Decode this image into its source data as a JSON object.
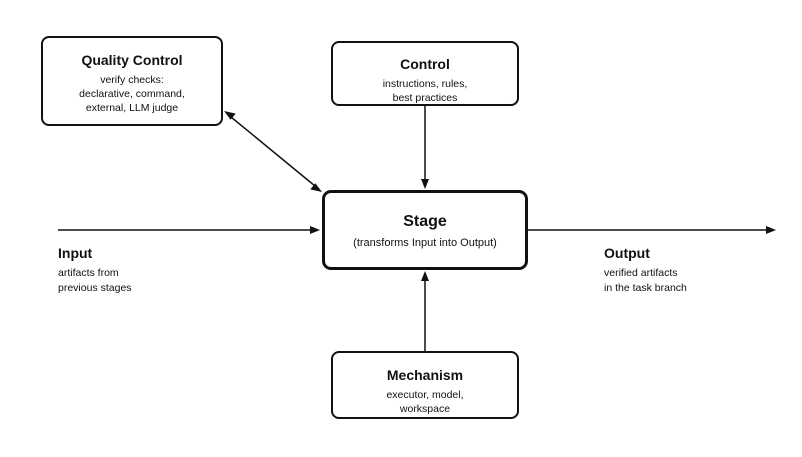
{
  "quality_control": {
    "title": "Quality Control",
    "desc": "verify checks:\ndeclarative, command,\nexternal, LLM judge"
  },
  "control": {
    "title": "Control",
    "desc": "instructions, rules,\nbest practices"
  },
  "stage": {
    "title": "Stage",
    "desc": "(transforms Input into Output)"
  },
  "mechanism": {
    "title": "Mechanism",
    "desc": "executor, model,\nworkspace"
  },
  "input": {
    "title": "Input",
    "desc": "artifacts from\nprevious stages"
  },
  "output": {
    "title": "Output",
    "desc": "verified artifacts\nin the task branch"
  },
  "colors": {
    "stroke": "#111111",
    "background": "#ffffff"
  }
}
